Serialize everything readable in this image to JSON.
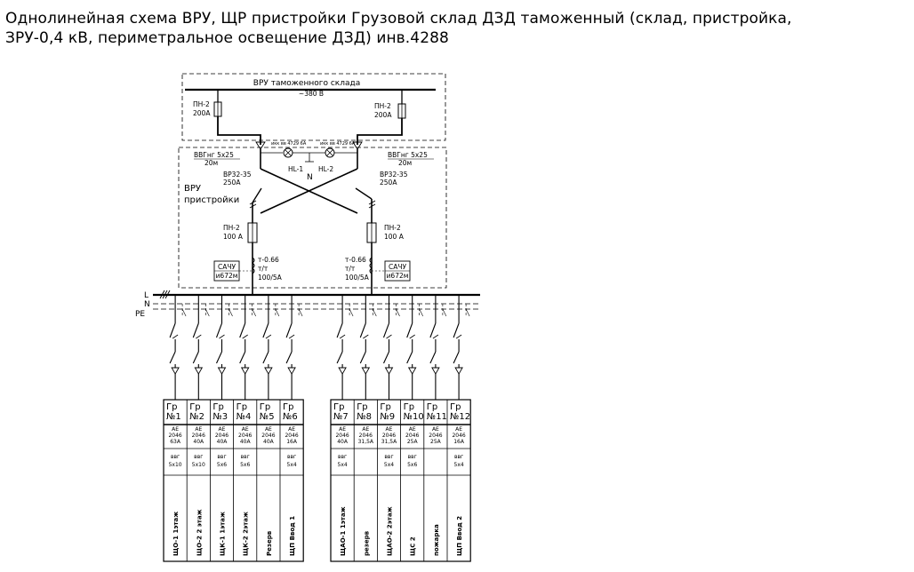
{
  "title": {
    "line1": "Однолинейная схема  ВРУ, ЩР пристройки  Грузовой склад ДЗД таможенный (склад, пристройка,",
    "line2": "ЗРУ-0,4 кВ, периметральное освещение ДЗД) инв.4288"
  },
  "vru_customs": {
    "label": "ВРУ таможенного склада",
    "voltage": "~380 В"
  },
  "vru_annex": {
    "label_line1": "ВРУ",
    "label_line2": "пристройки"
  },
  "left_feed": {
    "fuse_top": [
      "ПН-2",
      "200А"
    ],
    "cable": [
      "ВВГнг 5х25",
      "20м"
    ],
    "breaker": [
      "ВР32-35",
      "250А"
    ],
    "fuse_low": [
      "ПН-2",
      "100 А"
    ],
    "ct": [
      "т-0.66",
      "т/т",
      "100/5А"
    ],
    "meter": [
      "САЧУ",
      "и672м"
    ],
    "lamp_breaker": "икк вв 4729 6А"
  },
  "right_feed": {
    "fuse_top": [
      "ПН-2",
      "200А"
    ],
    "cable": [
      "ВВГнг 5х25",
      "20м"
    ],
    "breaker": [
      "ВР32-35",
      "250А"
    ],
    "fuse_low": [
      "ПН-2",
      "100 А"
    ],
    "ct": [
      "т-0.66",
      "т/т",
      "100/5А"
    ],
    "meter": [
      "САЧУ",
      "и672м"
    ],
    "lamp_breaker": "икк вв 4729 6А"
  },
  "indicators": {
    "hl1": "HL-1",
    "hl2": "HL-2",
    "n": "N"
  },
  "buses": {
    "l": "L",
    "n": "N",
    "pe": "PE"
  },
  "groups_left": [
    {
      "gr": "Гр",
      "num": "№1",
      "ab": [
        "АЕ",
        "2046",
        "63А"
      ],
      "cable": [
        "ввг",
        "5х10"
      ],
      "name": "ЩО-1 1этаж"
    },
    {
      "gr": "Гр",
      "num": "№2",
      "ab": [
        "АЕ",
        "2046",
        "40А"
      ],
      "cable": [
        "ввг",
        "5х10"
      ],
      "name": "ЩО-2 2 этаж"
    },
    {
      "gr": "Гр",
      "num": "№3",
      "ab": [
        "АЕ",
        "2046",
        "40А"
      ],
      "cable": [
        "ввг",
        "5х6"
      ],
      "name": "ЩК-1 1этаж"
    },
    {
      "gr": "Гр",
      "num": "№4",
      "ab": [
        "АЕ",
        "2046",
        "40А"
      ],
      "cable": [
        "ввг",
        "5х6"
      ],
      "name": "ЩК-2 2этаж"
    },
    {
      "gr": "Гр",
      "num": "№5",
      "ab": [
        "АЕ",
        "2046",
        "40А"
      ],
      "cable": [
        "",
        ""
      ],
      "name": "Резерв"
    },
    {
      "gr": "Гр",
      "num": "№6",
      "ab": [
        "АЕ",
        "2046",
        "16А"
      ],
      "cable": [
        "ввг",
        "5х4"
      ],
      "name": "ЩП Ввод 1"
    }
  ],
  "groups_right": [
    {
      "gr": "Гр",
      "num": "№7",
      "ab": [
        "АЕ",
        "2046",
        "40А"
      ],
      "cable": [
        "ввг",
        "5х4"
      ],
      "name": "ЩАО-1 1этаж"
    },
    {
      "gr": "Гр",
      "num": "№8",
      "ab": [
        "АЕ",
        "2046",
        "31,5А"
      ],
      "cable": [
        "",
        ""
      ],
      "name": "резерв"
    },
    {
      "gr": "Гр",
      "num": "№9",
      "ab": [
        "АЕ",
        "2046",
        "31,5А"
      ],
      "cable": [
        "ввг",
        "5х4"
      ],
      "name": "ЩАО-2 2этаж"
    },
    {
      "gr": "Гр",
      "num": "№10",
      "ab": [
        "АЕ",
        "2046",
        "25А"
      ],
      "cable": [
        "ввг",
        "5х6"
      ],
      "name": "ЩС 2"
    },
    {
      "gr": "Гр",
      "num": "№11",
      "ab": [
        "АЕ",
        "2046",
        "25А"
      ],
      "cable": [
        "",
        ""
      ],
      "name": "пожарка"
    },
    {
      "gr": "Гр",
      "num": "№12",
      "ab": [
        "АЕ",
        "2046",
        "16А"
      ],
      "cable": [
        "ввг",
        "5х4"
      ],
      "name": "ЩП Ввод 2"
    }
  ]
}
